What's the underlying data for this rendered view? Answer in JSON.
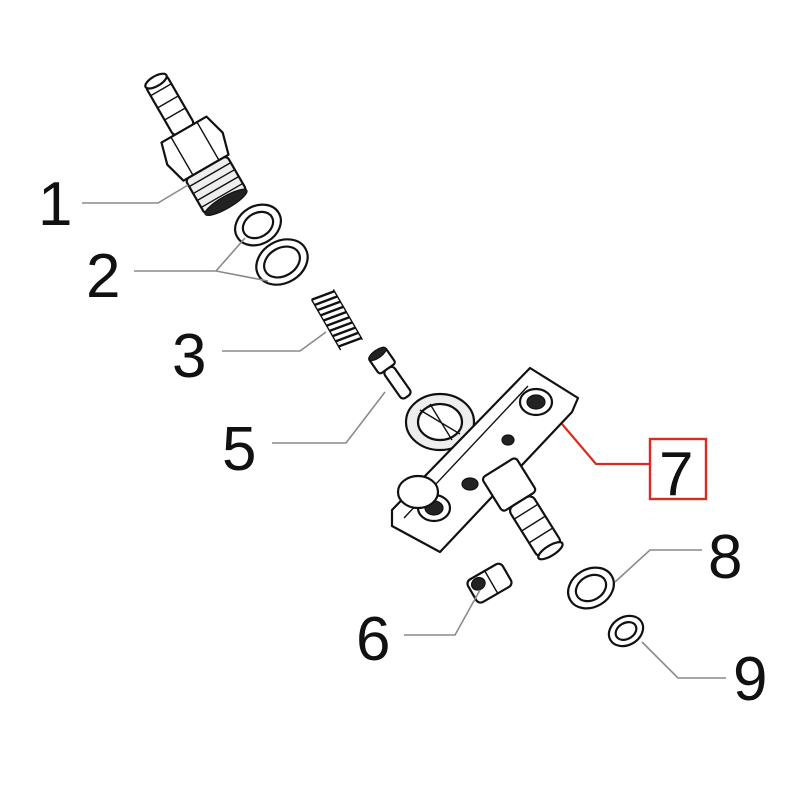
{
  "callouts": [
    {
      "id": "1",
      "label": "1"
    },
    {
      "id": "2",
      "label": "2"
    },
    {
      "id": "3",
      "label": "3"
    },
    {
      "id": "5",
      "label": "5"
    },
    {
      "id": "6",
      "label": "6"
    },
    {
      "id": "7",
      "label": "7",
      "highlighted": true
    },
    {
      "id": "8",
      "label": "8"
    },
    {
      "id": "9",
      "label": "9"
    }
  ],
  "highlight_color": "#d62d20",
  "leader_color": "#8a8a8a"
}
